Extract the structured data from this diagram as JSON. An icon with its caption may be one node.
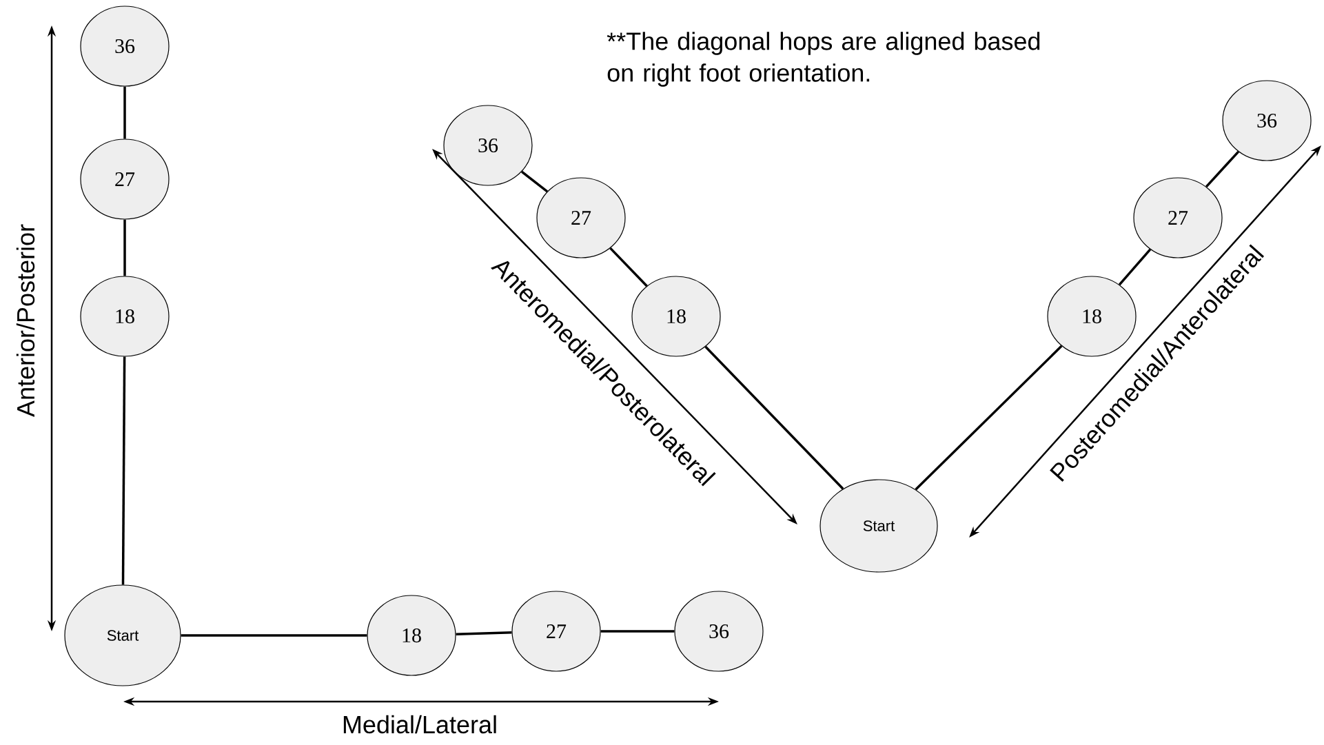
{
  "diagram": {
    "nodes": [
      {
        "text": [
          "36"
        ]
      },
      {
        "text": [
          "27"
        ]
      },
      {
        "text": [
          "18"
        ]
      },
      {
        "text": [
          "Start"
        ]
      },
      {
        "text": [
          "18"
        ]
      },
      {
        "text": [
          "27"
        ]
      },
      {
        "text": [
          "36"
        ]
      },
      {
        "text": [
          "36"
        ]
      },
      {
        "text": [
          "27"
        ]
      },
      {
        "text": [
          "18"
        ]
      },
      {
        "text": [
          "Start"
        ]
      },
      {
        "text": [
          "18"
        ]
      },
      {
        "text": [
          "27"
        ]
      },
      {
        "text": [
          "36"
        ]
      }
    ],
    "edges": [
      {
        "from": 0,
        "to": 1,
        "arrow": "none"
      },
      {
        "from": 1,
        "to": 2,
        "arrow": "none"
      },
      {
        "from": 2,
        "to": 3,
        "arrow": "none"
      },
      {
        "from": 3,
        "to": 4,
        "arrow": "none"
      },
      {
        "from": 4,
        "to": 5,
        "arrow": "none"
      },
      {
        "from": 5,
        "to": 6,
        "arrow": "none"
      },
      {
        "from": 7,
        "to": 8,
        "arrow": "none"
      },
      {
        "from": 8,
        "to": 9,
        "arrow": "none"
      },
      {
        "from": 9,
        "to": 10,
        "arrow": "none"
      },
      {
        "from": 10,
        "to": 11,
        "arrow": "none"
      },
      {
        "from": 11,
        "to": 12,
        "arrow": "none"
      },
      {
        "from": 12,
        "to": 13,
        "arrow": "none"
      }
    ],
    "labels": [
      "**The diagonal hops are aligned based on right foot orientation.",
      "Anterior/Posterior",
      "Anteromedial/Posterolateral",
      "Posteromedial/Anterolateral",
      "Medial/Lateral"
    ]
  }
}
